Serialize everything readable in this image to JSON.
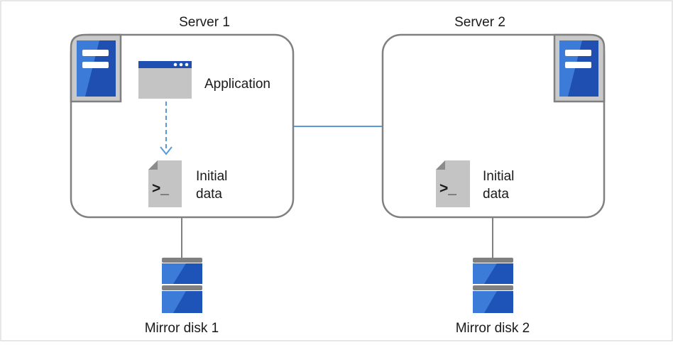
{
  "servers": [
    {
      "title": "Server 1",
      "application_label": "Application",
      "data_label_line1": "Initial",
      "data_label_line2": "data",
      "terminal_glyph": ">_",
      "disk_label": "Mirror disk 1"
    },
    {
      "title": "Server 2",
      "data_label_line1": "Initial",
      "data_label_line2": "data",
      "terminal_glyph": ">_",
      "disk_label": "Mirror disk 2"
    }
  ],
  "icons": {
    "server": "server-icon",
    "application": "application-window-icon",
    "document": "terminal-document-icon",
    "disk": "mirror-disk-icon"
  },
  "colors": {
    "frame": "#808080",
    "network_line": "#5b9bd5",
    "arrow": "#5b9bd5",
    "server_blue": "#1f4fb0",
    "server_blue_light": "#3d7bd9",
    "icon_gray": "#bfbfbf",
    "disk_blue": "#1e54b8",
    "disk_gray": "#808080"
  }
}
